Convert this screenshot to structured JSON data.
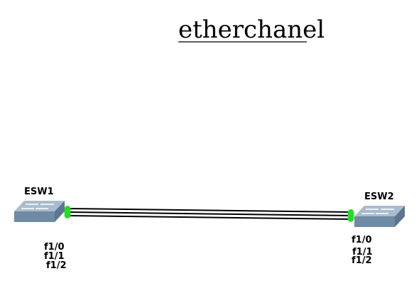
{
  "diagram": {
    "title": "etherchanel",
    "devices": [
      {
        "name": "ESW1",
        "icon": "switch-icon"
      },
      {
        "name": "ESW2",
        "icon": "switch-icon"
      }
    ],
    "ports": {
      "esw1": [
        "f1/0",
        "f1/1",
        "f1/2"
      ],
      "esw2": [
        "f1/0",
        "f1/1",
        "f1/2"
      ]
    },
    "links": [
      {
        "from": "ESW1",
        "to": "ESW2",
        "from_port": "f1/0",
        "to_port": "f1/0"
      },
      {
        "from": "ESW1",
        "to": "ESW2",
        "from_port": "f1/1",
        "to_port": "f1/1"
      },
      {
        "from": "ESW1",
        "to": "ESW2",
        "from_port": "f1/2",
        "to_port": "f1/2"
      }
    ],
    "colors": {
      "link": "#000000",
      "port_status": "#22dd22",
      "switch_top": "#a9bccd",
      "switch_front": "#6f8aa4",
      "switch_side": "#5a7690",
      "switch_arrows": "#ffffff"
    }
  }
}
